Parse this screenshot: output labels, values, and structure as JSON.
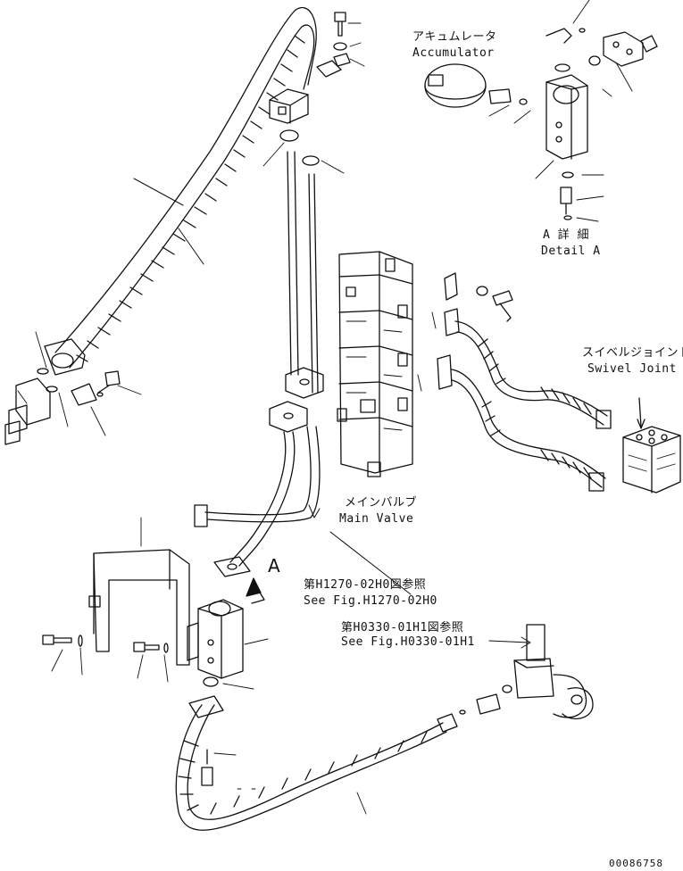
{
  "labels": {
    "accumulator_jp": "アキュムレータ",
    "accumulator_en": "Accumulator",
    "detail_jp": "A 詳 細",
    "detail_en": "Detail A",
    "swivel_jp": "スイベルジョイント",
    "swivel_en": "Swivel Joint",
    "main_valve_jp": "メインバルブ",
    "main_valve_en": "Main Valve",
    "ref1_jp": "第H1270-02H0図参照",
    "ref1_en": "See Fig.H1270-02H0",
    "ref2_jp": "第H0330-01H1図参照",
    "ref2_en": "See Fig.H0330-01H1",
    "view_marker": "A",
    "doc_number": "00086758"
  }
}
